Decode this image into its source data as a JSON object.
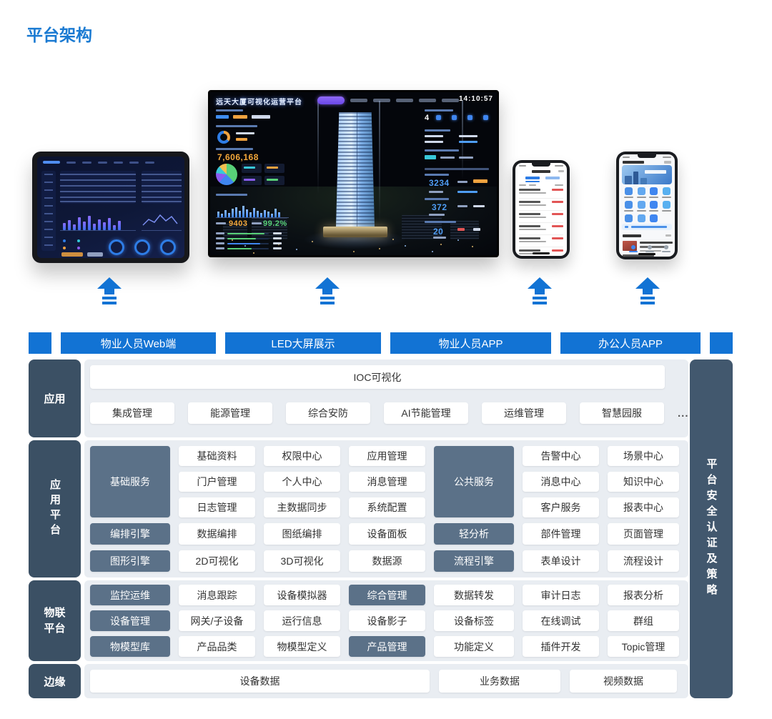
{
  "page": {
    "title": "平台架构"
  },
  "channels": {
    "labels": [
      "物业人员Web端",
      "LED大屏展示",
      "物业人员APP",
      "办公人员APP"
    ]
  },
  "led_screen": {
    "title": "远天大厦可视化运营平台",
    "time": "14:10:57",
    "energy_total": "7,606,168",
    "order_count": "9403",
    "online_rate": "99.2%",
    "alarm_total": "3234",
    "ticket_total": "372",
    "device_alarm": "20",
    "visitor_count": "4"
  },
  "architecture": {
    "right_rail": "平台安全认证及策略",
    "app": {
      "label": "应用",
      "ioc": "IOC可视化",
      "items": [
        "集成管理",
        "能源管理",
        "综合安防",
        "AI节能管理",
        "运维管理",
        "智慧园服"
      ],
      "more": "..."
    },
    "app_platform": {
      "label": "应用平台",
      "base_header": "基础服务",
      "base_items": [
        "基础资料",
        "权限中心",
        "应用管理",
        "门户管理",
        "个人中心",
        "消息管理",
        "日志管理",
        "主数据同步",
        "系统配置"
      ],
      "public_header": "公共服务",
      "public_items": [
        "告警中心",
        "场景中心",
        "消息中心",
        "知识中心",
        "客户服务",
        "报表中心"
      ],
      "engine_rows": [
        [
          {
            "t": "编排引擎",
            "dark": true
          },
          {
            "t": "数据编排"
          },
          {
            "t": "图纸编排"
          },
          {
            "t": "设备面板"
          },
          {
            "t": "轻分析",
            "dark": true
          },
          {
            "t": "部件管理"
          },
          {
            "t": "页面管理"
          }
        ],
        [
          {
            "t": "图形引擎",
            "dark": true
          },
          {
            "t": "2D可视化"
          },
          {
            "t": "3D可视化"
          },
          {
            "t": "数据源"
          },
          {
            "t": "流程引擎",
            "dark": true
          },
          {
            "t": "表单设计"
          },
          {
            "t": "流程设计"
          }
        ]
      ]
    },
    "iot": {
      "label_line1": "物联",
      "label_line2": "平台",
      "rows": [
        [
          {
            "t": "监控运维",
            "dark": true
          },
          {
            "t": "消息跟踪"
          },
          {
            "t": "设备模拟器"
          },
          {
            "t": "综合管理",
            "dark": true
          },
          {
            "t": "数据转发"
          },
          {
            "t": "审计日志"
          },
          {
            "t": "报表分析"
          }
        ],
        [
          {
            "t": "设备管理",
            "dark": true
          },
          {
            "t": "网关/子设备"
          },
          {
            "t": "运行信息"
          },
          {
            "t": "设备影子"
          },
          {
            "t": "设备标签"
          },
          {
            "t": "在线调试"
          },
          {
            "t": "群组"
          }
        ],
        [
          {
            "t": "物模型库",
            "dark": true
          },
          {
            "t": "产品品类"
          },
          {
            "t": "物模型定义"
          },
          {
            "t": "产品管理",
            "dark": true
          },
          {
            "t": "功能定义"
          },
          {
            "t": "插件开发"
          },
          {
            "t": "Topic管理"
          }
        ]
      ]
    },
    "edge": {
      "label": "边缘",
      "items": [
        "设备数据",
        "业务数据",
        "视频数据"
      ]
    }
  },
  "colors": {
    "accent_blue": "#1273d4",
    "rail_dark": "#3b5064",
    "group_dark": "#5b7188",
    "panel_grey": "#e9edf2",
    "title_blue": "#1a7ad2"
  }
}
